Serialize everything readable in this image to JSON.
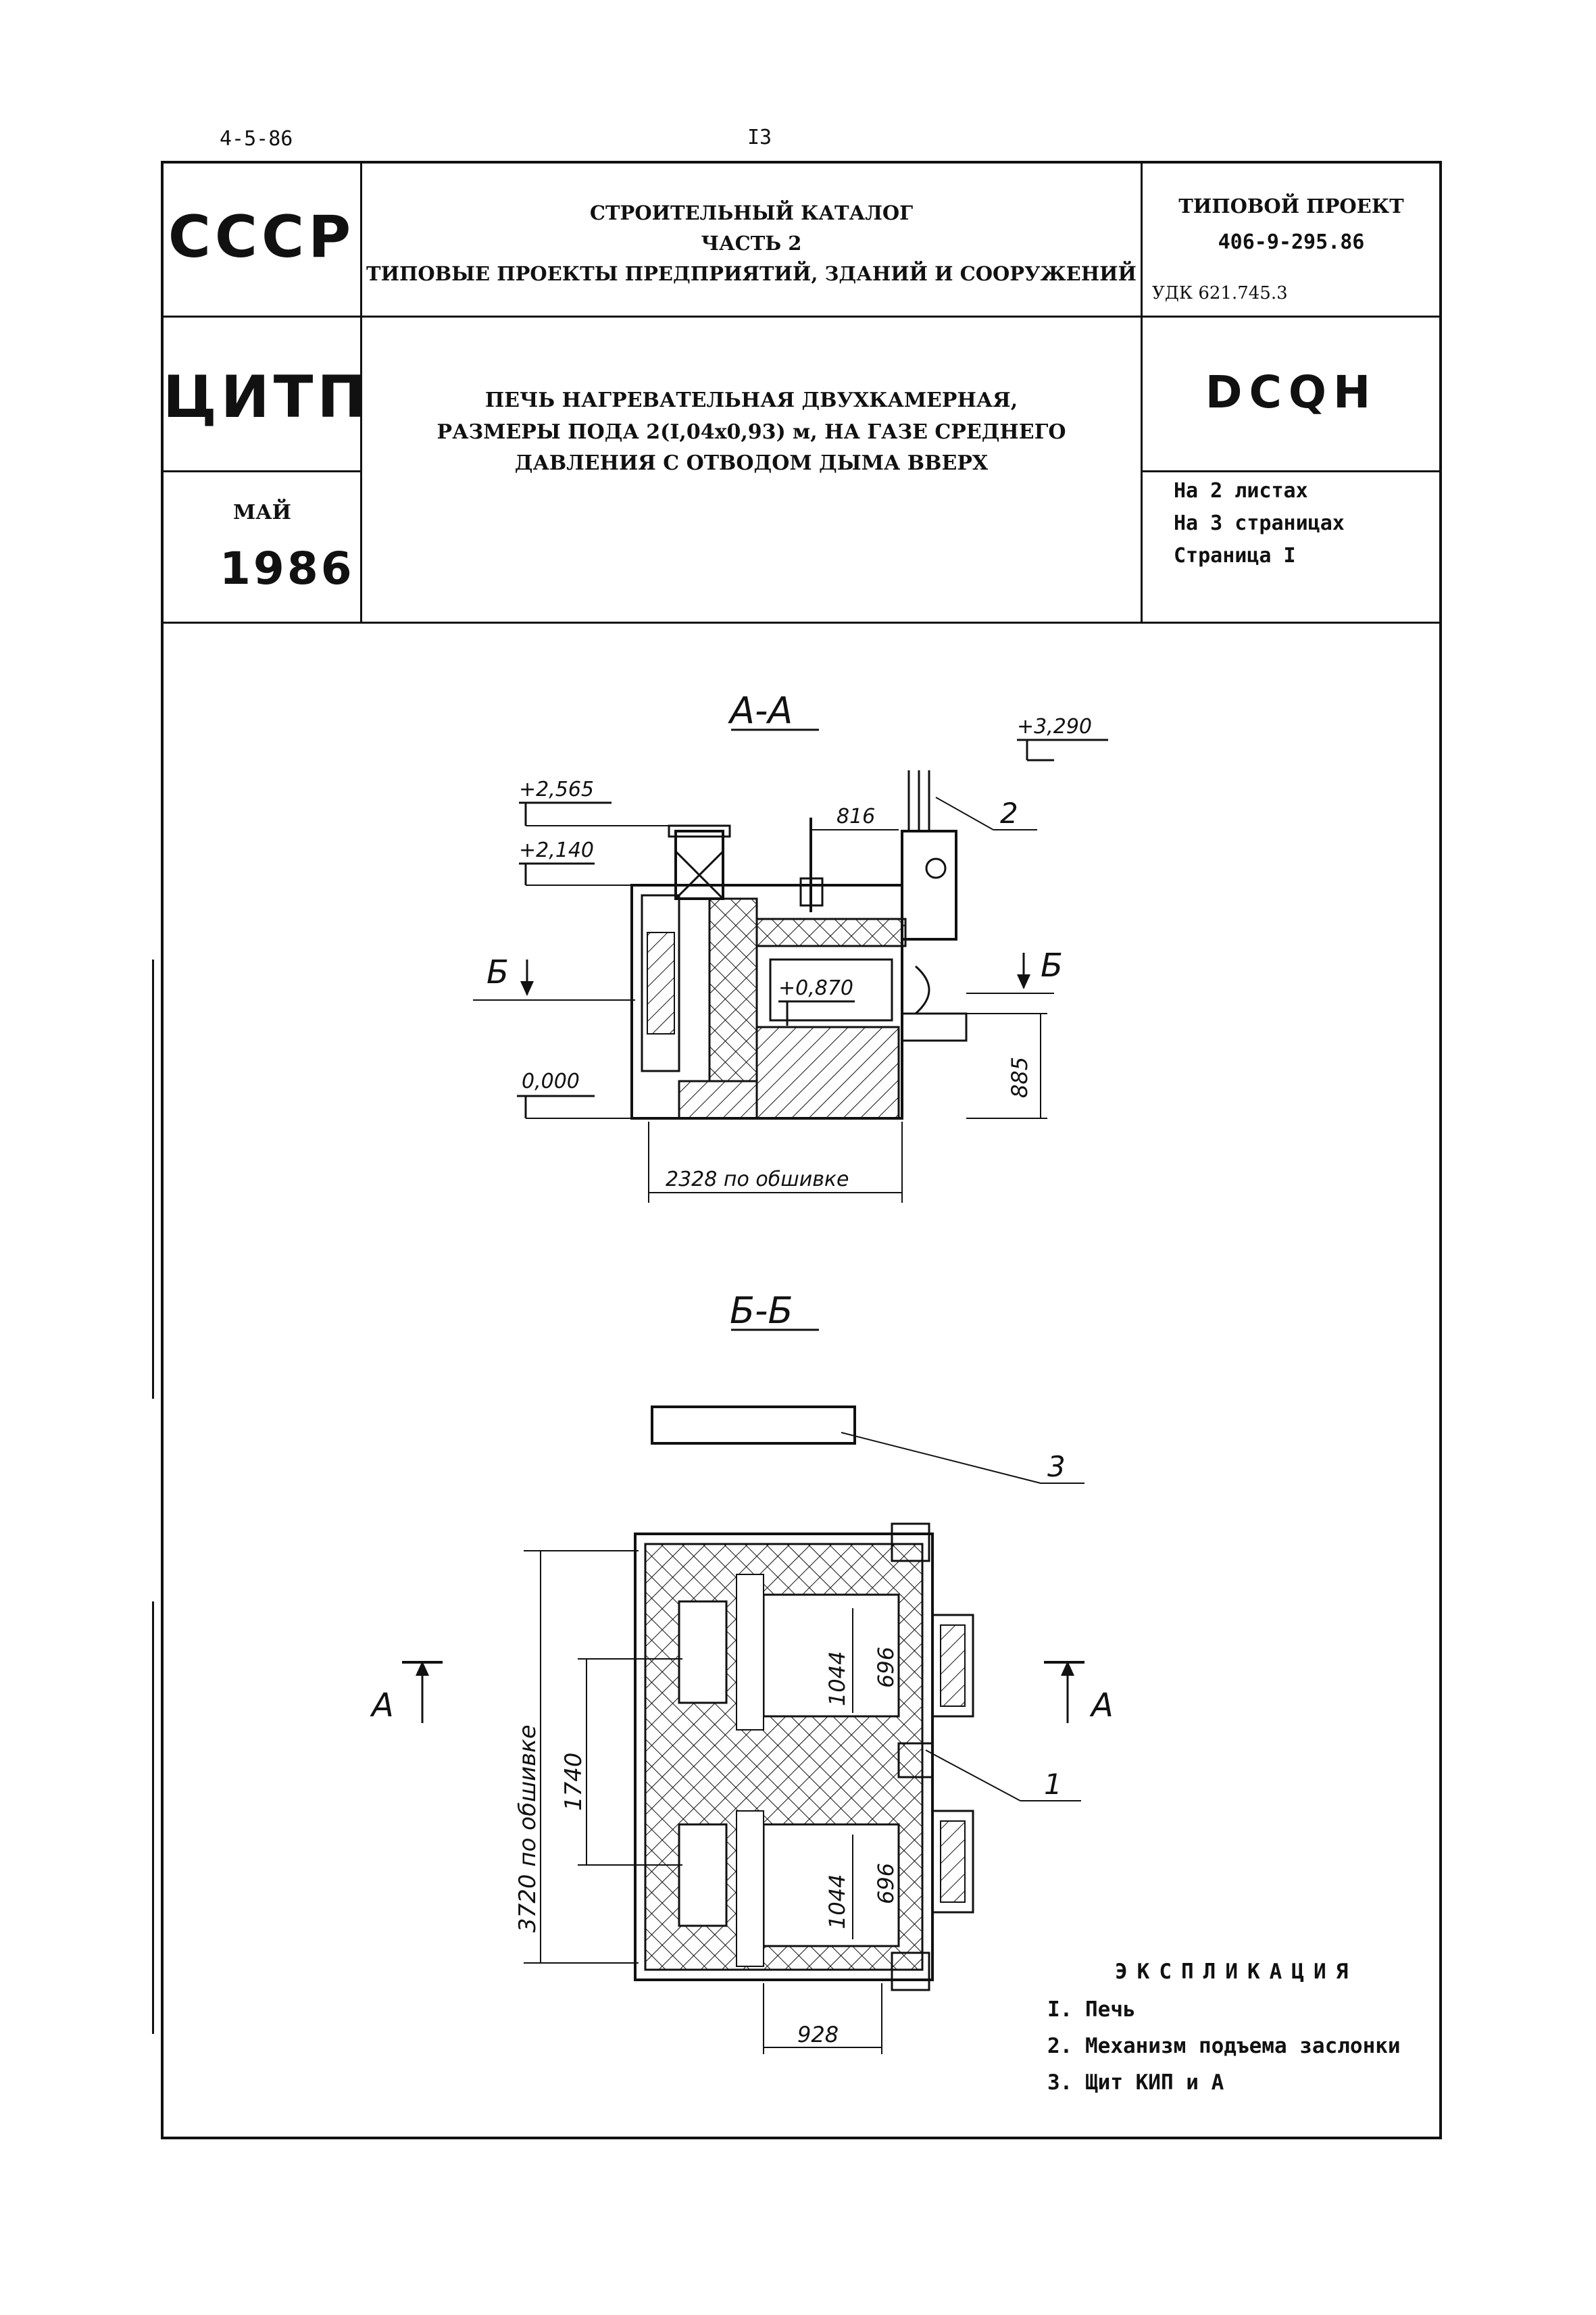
{
  "top": {
    "left_code": "4-5-86",
    "page_number": "I3"
  },
  "stamp": {
    "org_country": "СССР",
    "org_name": "ЦИТП",
    "month": "МАЙ",
    "year": "1986",
    "catalog": {
      "line1": "СТРОИТЕЛЬНЫЙ КАТАЛОГ",
      "line2": "ЧАСТЬ 2",
      "line3": "ТИПОВЫЕ ПРОЕКТЫ ПРЕДПРИЯТИЙ, ЗДАНИЙ И СООРУЖЕНИЙ"
    },
    "project": {
      "label": "ТИПОВОЙ ПРОЕКТ",
      "number": "406-9-295.86",
      "udk": "УДК 621.745.3"
    },
    "title": {
      "line1": "ПЕЧЬ НАГРЕВАТЕЛЬНАЯ ДВУХКАМЕРНАЯ,",
      "line2": "РАЗМЕРЫ ПОДА 2(I,04х0,93) м, НА ГАЗЕ СРЕДНЕГО",
      "line3": "ДАВЛЕНИЯ С ОТВОДОМ ДЫМА ВВЕРХ"
    },
    "code": "DCQH",
    "sheets": {
      "line1": "На 2 листах",
      "line2": "На 3 страницах",
      "line3": "Страница I"
    }
  },
  "drawing": {
    "section_aa": {
      "title": "А-А",
      "levels": [
        "+3,290",
        "+2,565",
        "+2,140",
        "+0,870",
        "0,000"
      ],
      "dims": [
        "816",
        "885",
        "2328 по обшивке"
      ],
      "cut_label": "Б",
      "callout": "2"
    },
    "section_bb": {
      "title": "Б-Б",
      "dims": [
        "1044",
        "696",
        "1740",
        "3720 по обшивке",
        "1044",
        "696",
        "928"
      ],
      "cut_label": "А",
      "callouts": [
        "3",
        "1"
      ]
    }
  },
  "legend": {
    "title": "ЭКСПЛИКАЦИЯ",
    "items": [
      "I. Печь",
      "2. Механизм подъема заслонки",
      "3. Щит КИП и А"
    ]
  }
}
